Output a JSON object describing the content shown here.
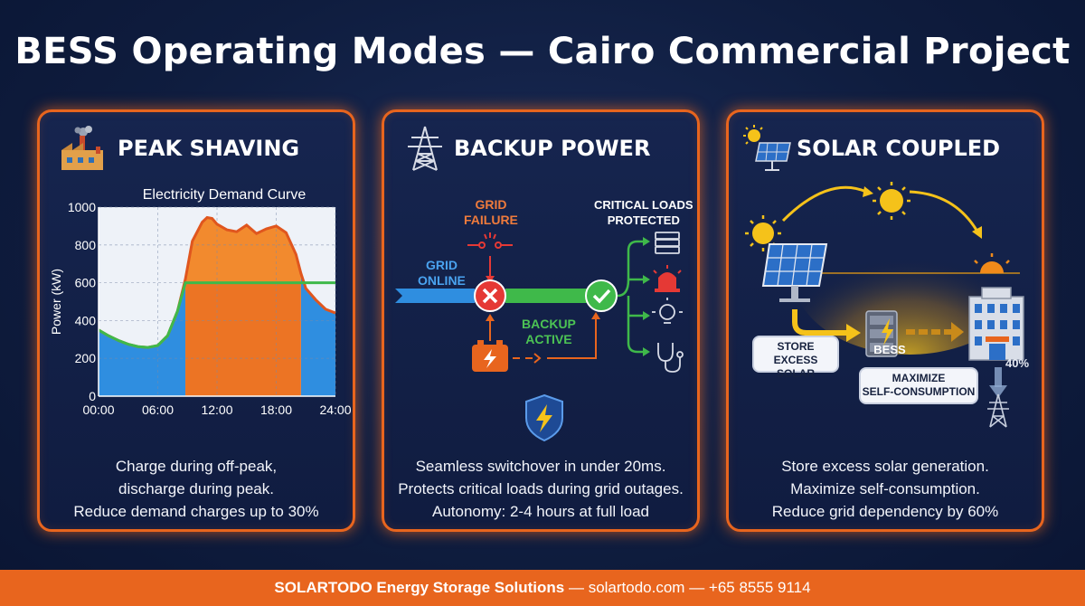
{
  "title": "BESS Operating Modes — Cairo Commercial Project",
  "panels": {
    "peak": {
      "title": "PEAK SHAVING",
      "desc": [
        "Charge during off-peak,",
        "discharge during peak.",
        "Reduce demand charges up to 30%"
      ]
    },
    "backup": {
      "title": "BACKUP POWER",
      "grid_failure": [
        "GRID",
        "FAILURE"
      ],
      "critical_loads": [
        "CRITICAL LOADS",
        "PROTECTED"
      ],
      "grid_online": [
        "GRID",
        "ONLINE"
      ],
      "backup_active": [
        "BACKUP",
        "ACTIVE"
      ],
      "desc": [
        "Seamless switchover in under 20ms.",
        "Protects critical loads during grid outages.",
        "Autonomy: 2-4 hours at full load"
      ]
    },
    "solar": {
      "title": "SOLAR COUPLED",
      "store_callout": [
        "STORE",
        "EXCESS SOLAR"
      ],
      "bess_label": "BESS",
      "maximize_callout": [
        "MAXIMIZE",
        "SELF-CONSUMPTION"
      ],
      "percent": "40%",
      "desc": [
        "Store excess solar generation.",
        "Maximize self-consumption.",
        "Reduce grid dependency by 60%"
      ]
    }
  },
  "chart_data": {
    "type": "area",
    "title": "Electricity Demand Curve",
    "xlabel": "00:00 to 24:00",
    "ylabel": "Power (kW)",
    "ylim": [
      0,
      1000
    ],
    "yticks": [
      0,
      200,
      400,
      600,
      800,
      1000
    ],
    "xlim": [
      0,
      24
    ],
    "xticks": [
      "00:00",
      "06:00",
      "12:00",
      "18:00",
      "24:00"
    ],
    "grid": true,
    "peak_window": [
      8.8,
      20.5
    ],
    "cap_level": 600,
    "series": [
      {
        "x": [
          0,
          1,
          2,
          3,
          4,
          5,
          6,
          7,
          8,
          8.8,
          9.5,
          10.5,
          11,
          11.5,
          12,
          13,
          14,
          15,
          16,
          17,
          18,
          19,
          20,
          20.5,
          21,
          22,
          23,
          24
        ],
        "values": [
          350,
          320,
          295,
          275,
          262,
          258,
          268,
          320,
          450,
          620,
          820,
          920,
          945,
          940,
          910,
          880,
          870,
          905,
          860,
          885,
          900,
          865,
          750,
          650,
          570,
          510,
          460,
          440
        ]
      },
      {
        "x": [
          0,
          1,
          2,
          3,
          4,
          5,
          6,
          7,
          8,
          8.8,
          24
        ],
        "values": [
          350,
          320,
          295,
          275,
          262,
          258,
          268,
          320,
          450,
          600,
          600
        ]
      }
    ]
  },
  "footer": {
    "brand": "SOLARTODO Energy Storage Solutions",
    "sep1": " — ",
    "site": "solartodo.com",
    "sep2": " — ",
    "phone": "+65 8555 9114"
  },
  "colors": {
    "accent": "#e8651e",
    "background": "#0f1d3f",
    "green": "#3fb94a",
    "blue": "#2f8ee0",
    "red": "#e53935"
  }
}
